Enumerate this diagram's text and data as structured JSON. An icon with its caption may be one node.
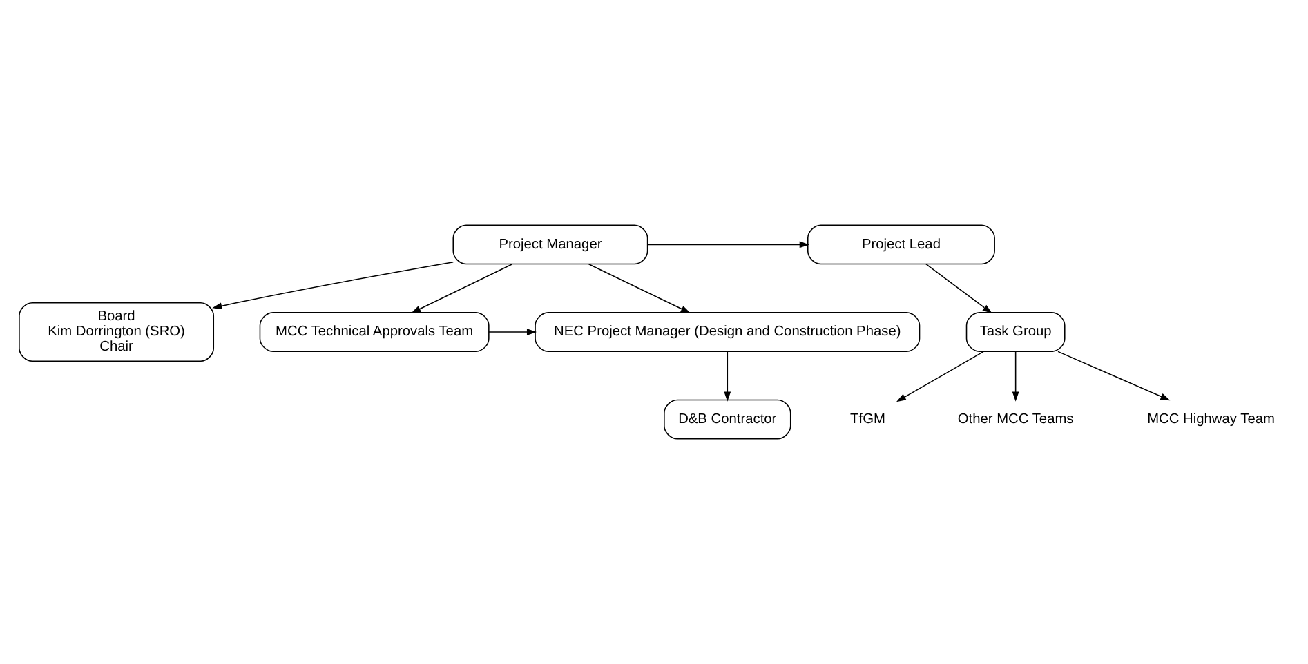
{
  "diagram": {
    "nodes": [
      {
        "text": [
          "Board",
          "Kim Dorrington (SRO)",
          "Chair"
        ]
      },
      {
        "text": [
          "Project Manager"
        ]
      },
      {
        "text": [
          "Project Lead"
        ]
      },
      {
        "text": [
          "Task Group"
        ]
      },
      {
        "text": [
          "NEC Project Manager (Design and Construction Phase)"
        ]
      },
      {
        "text": [
          "MCC Technical Approvals Team"
        ]
      },
      {
        "text": [
          "TfGM"
        ]
      },
      {
        "text": [
          "Other MCC Teams"
        ]
      },
      {
        "text": [
          "MCC Highway Team"
        ]
      },
      {
        "text": [
          "D&B Contractor"
        ]
      }
    ],
    "edges": [
      {
        "from": 1,
        "to": 0,
        "arrow": "to"
      },
      {
        "from": 1,
        "to": 2,
        "arrow": "to"
      },
      {
        "from": 1,
        "to": 4,
        "arrow": "to"
      },
      {
        "from": 1,
        "to": 5,
        "arrow": "to"
      },
      {
        "from": 2,
        "to": 3,
        "arrow": "to"
      },
      {
        "from": 5,
        "to": 4,
        "arrow": "to"
      },
      {
        "from": 3,
        "to": 6,
        "arrow": "to"
      },
      {
        "from": 3,
        "to": 7,
        "arrow": "to"
      },
      {
        "from": 3,
        "to": 8,
        "arrow": "to"
      },
      {
        "from": 4,
        "to": 9,
        "arrow": "to"
      }
    ]
  }
}
